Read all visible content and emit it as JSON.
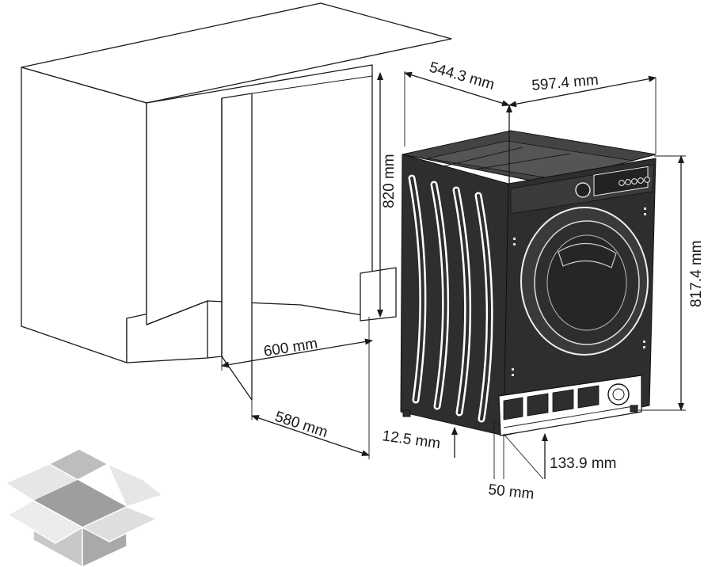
{
  "dimensions": {
    "depth_top": "544.3 mm",
    "width_top": "597.4 mm",
    "cabinet_height": "820 mm",
    "appliance_height": "817.4 mm",
    "niche_width": "600 mm",
    "niche_depth": "580 mm",
    "foot_clearance": "12.5 mm",
    "inlet_offset": "133.9 mm",
    "inlet_gap": "50 mm"
  },
  "icons": {
    "appliance": "washing-machine-icon",
    "package": "cardboard-box-icon"
  },
  "colors": {
    "line": "#1a1a1a",
    "appliance_body": "#2e2e2e",
    "box_light": "#e6e6e6",
    "box_mid": "#c8c8c8",
    "box_dark": "#a9a9a9"
  }
}
